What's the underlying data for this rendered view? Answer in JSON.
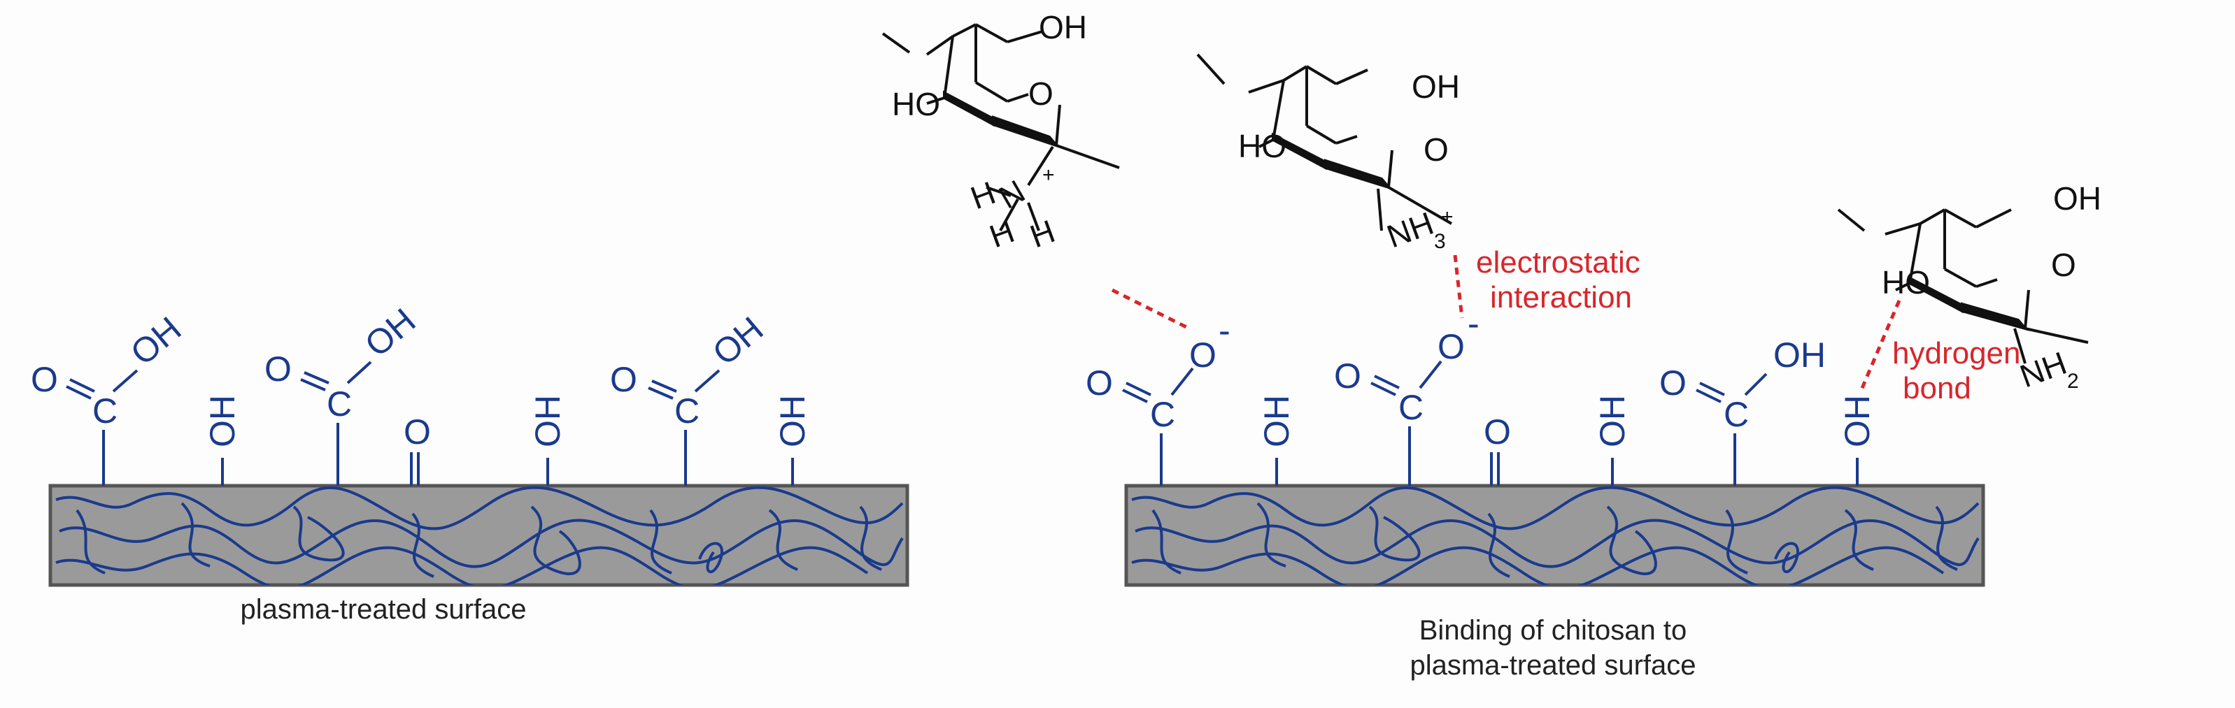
{
  "colors": {
    "surface_fill": "#9a9a9a",
    "surface_stroke": "#555555",
    "polymer": "#1a3a8c",
    "molecule": "#111111",
    "interaction": "#d8262b"
  },
  "captions": {
    "left": "plasma-treated surface",
    "right_line1": "Binding of chitosan to",
    "right_line2": "plasma-treated surface"
  },
  "groups": {
    "o": "O",
    "oh": "OH",
    "c": "C",
    "ho": "HO",
    "o_minus_atom": "O",
    "minus": "-"
  },
  "chitosan": {
    "oh": "OH",
    "ho": "HO",
    "ring_o": "O",
    "n": "N",
    "h": "H",
    "plus": "+",
    "nh3": "NH",
    "nh3_sub": "3",
    "nh2": "NH",
    "nh2_sub": "2"
  },
  "interactions": {
    "electrostatic_line1": "electrostatic",
    "electrostatic_line2": "interaction",
    "hbond_line1": "hydrogen",
    "hbond_line2": "bond"
  }
}
